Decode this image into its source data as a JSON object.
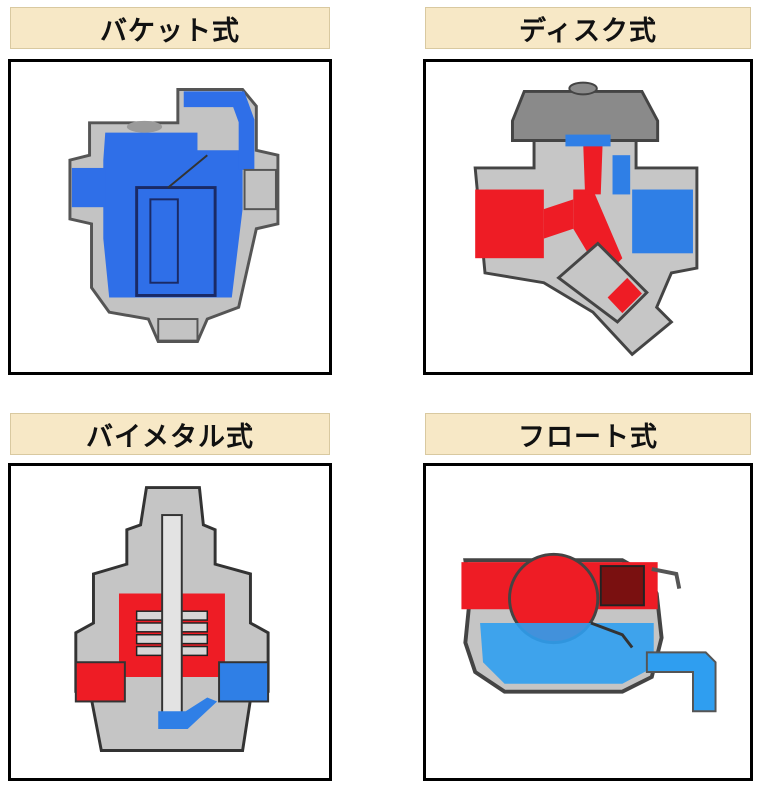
{
  "panels": [
    {
      "title": "バケット式"
    },
    {
      "title": "ディスク式"
    },
    {
      "title": "バイメタル式"
    },
    {
      "title": "フロート式"
    }
  ],
  "colors": {
    "steam": "#ee1c25",
    "water": "#2f7fe6",
    "metal": "#c0c0c0",
    "title_bg": "#f7e8c6"
  }
}
